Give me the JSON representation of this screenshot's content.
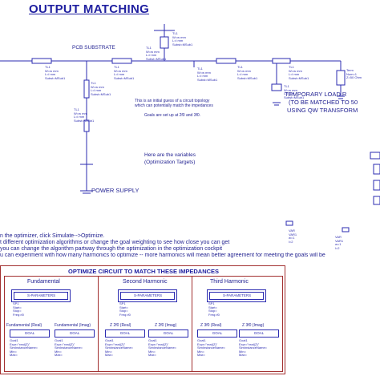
{
  "title": "OUTPUT MATCHING",
  "labels": {
    "pcb_substrate": "PCB SUBSTRATE",
    "power_supply": "POWER SUPPLY",
    "temp_load": "TEMPORARY LOAD R",
    "temp_load_2": "(TO BE MATCHED TO 50",
    "temp_load_3": "USING QW TRANSFORM",
    "note_1": "This is an initial guess of a circuit topology",
    "note_2": "which can potentially match the impedances",
    "note_3": "Goals are set up at 2f0 and 3f0.",
    "vars_1": "Here are the variables",
    "vars_2": "(Optimization Targets)"
  },
  "instructions": [
    "n the optimizer, click Simulate-->Optimize.",
    "t different optimization algorithms or change the goal weighting to see how close you can get",
    "you can change the algorithm partway through the optimization in the optimization cockpit",
    "u can experiment with how many harmonics to optimize -- more harmonics will mean better agreement for meeting the goals will be"
  ],
  "optimize": {
    "heading": "OPTIMIZE CIRCUIT TO MATCH THESE IMPEDANCES",
    "columns": [
      {
        "title": "Fundamental",
        "sparams": "S-PARAMETERS",
        "goals": [
          "Fundamental (Real)",
          "Fundamental (Imag)"
        ]
      },
      {
        "title": "Second Harmonic",
        "sparams": "S-PARAMETERS",
        "goals": [
          "Z 2f0 (Real)",
          "Z 2f0 (Imag)"
        ]
      },
      {
        "title": "Third Harmonic",
        "sparams": "S-PARAMETERS",
        "goals": [
          "Z 3f0 (Real)",
          "Z 3f0 (Imag)"
        ]
      }
    ],
    "goal_label": "GOAL"
  },
  "tiny": {
    "comp": "TL1\nW=w mm\nL=l mm\nSubst=MSub1",
    "sp": "SP1\nStart=\nStop=\nFreq=f0",
    "goal": "Goal1\nExpr=\"real(Z)\"\nSimInstanceName=\nMin=\nMax=",
    "var": "VAR\nVAR1\nw=1\nl=2",
    "port": "Term\nNum=1\nZ=50 Ohm"
  },
  "colors": {
    "wire": "#2b2bb0",
    "frame": "#a23030",
    "text": "#1e1e90"
  }
}
